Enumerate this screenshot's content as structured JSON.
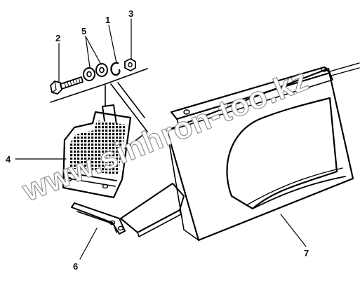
{
  "watermark": "www.sinhron-too.kz",
  "callouts": {
    "c1": "1",
    "c2": "2",
    "c3": "3",
    "c4": "4",
    "c5": "5",
    "c6": "6",
    "c7": "7"
  }
}
